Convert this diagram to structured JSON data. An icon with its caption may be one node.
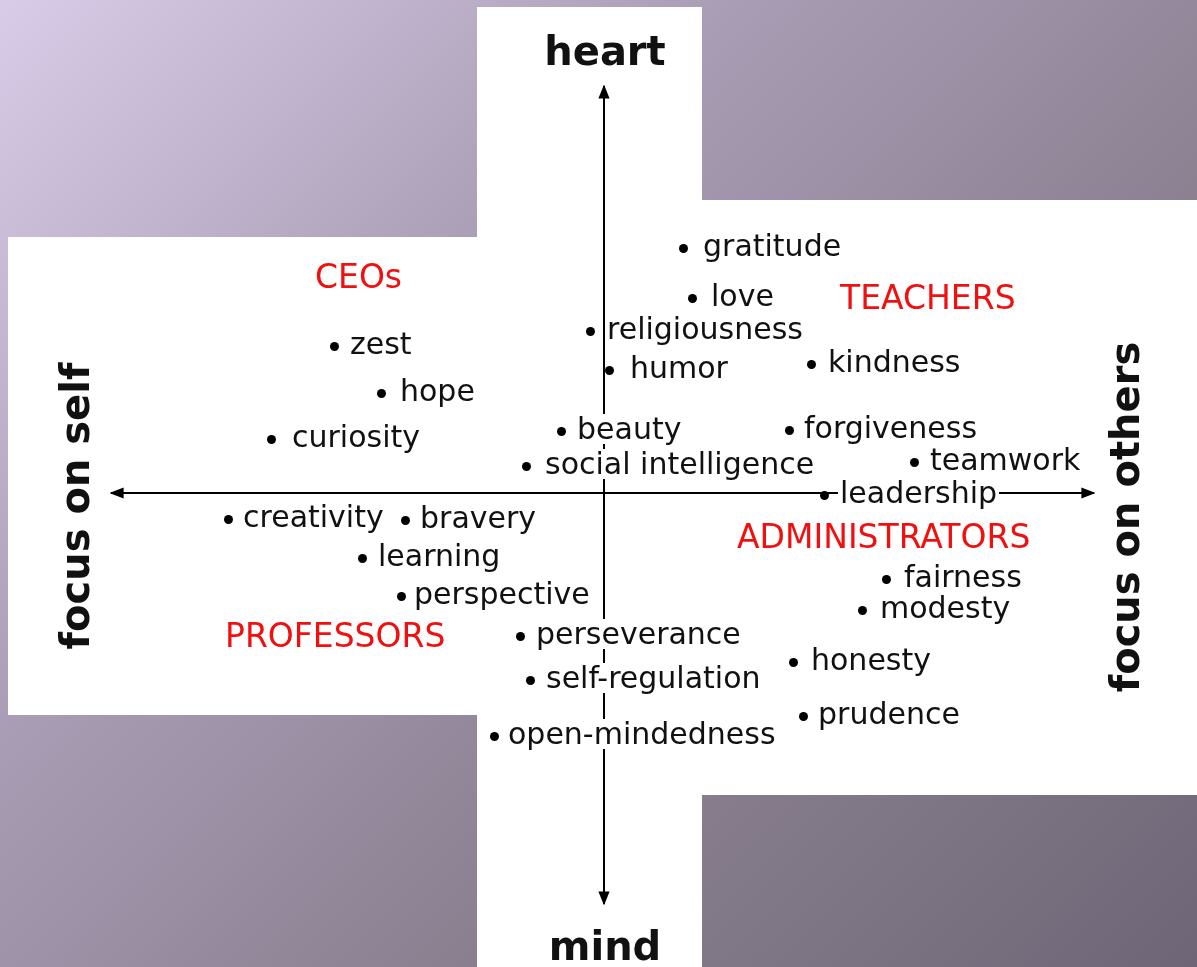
{
  "diagram": {
    "labels": [
      "heart",
      "gratitude",
      "love",
      "TEACHERS",
      "CEOs",
      "religiousness",
      "zest",
      "humor",
      "kindness",
      "hope",
      "curiosity",
      "beauty",
      "forgiveness",
      "social intelligence",
      "teamwork",
      "focus on self",
      "focus on others",
      "leadership",
      "creativity",
      "bravery",
      "ADMINISTRATORS",
      "learning",
      "fairness",
      "perspective",
      "modesty",
      "PROFESSORS",
      "perseverance",
      "honesty",
      "self-regulation",
      "prudence",
      "open-mindedness",
      "mind"
    ]
  }
}
